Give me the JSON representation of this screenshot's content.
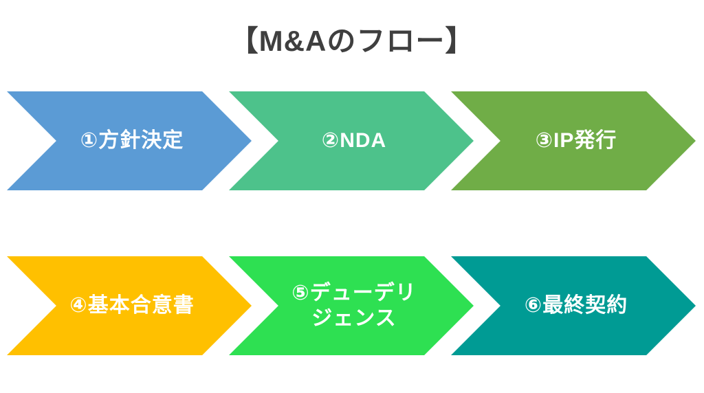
{
  "title": "【M&Aのフロー】",
  "flow": {
    "steps": [
      {
        "label": "①方針決定",
        "color": "#5B9BD5"
      },
      {
        "label": "②NDA",
        "color": "#4DC28B"
      },
      {
        "label": "③IP発行",
        "color": "#70AD47"
      },
      {
        "label": "④基本合意書",
        "color": "#FFC000"
      },
      {
        "label": "⑤デューデリ\nジェンス",
        "color": "#2EE052"
      },
      {
        "label": "⑥最終契約",
        "color": "#009B94"
      }
    ]
  },
  "colors": {
    "background": "#FFFFFF",
    "title_text": "#3F3F3F",
    "step_text": "#FFFFFF"
  }
}
